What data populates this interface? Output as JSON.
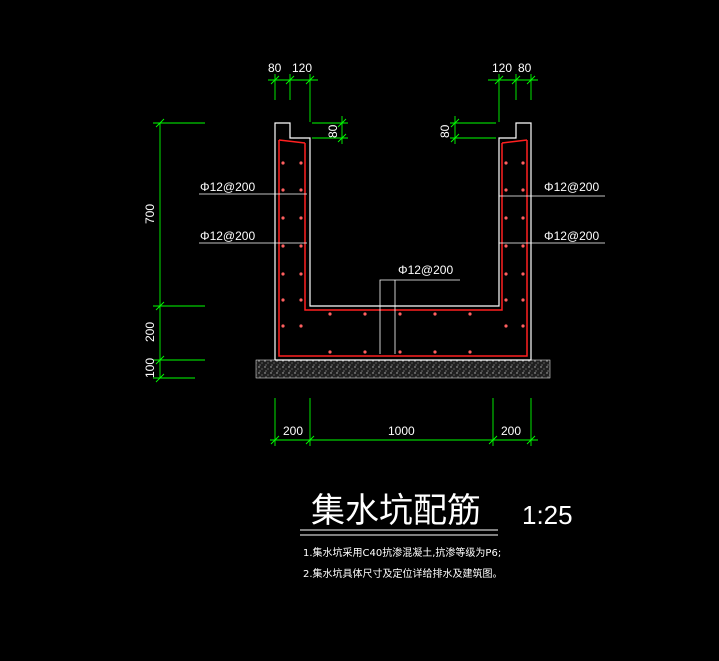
{
  "drawing": {
    "title": "集水坑配筋",
    "scale": "1:25",
    "notes": [
      "1.集水坑采用C40抗渗混凝土,抗渗等级为P6;",
      "2.集水坑具体尺寸及定位详给排水及建筑图。"
    ],
    "rebar_labels": {
      "left_top": "Φ12@200",
      "left_mid": "Φ12@200",
      "right_top": "Φ12@200",
      "right_mid": "Φ12@200",
      "bottom": "Φ12@200"
    },
    "dimensions": {
      "top_left_a": "80",
      "top_left_b": "120",
      "top_right_a": "120",
      "top_right_b": "80",
      "notch_left": "80",
      "notch_right": "80",
      "height_wall": "700",
      "height_slab": "200",
      "height_base": "100",
      "width_left": "200",
      "width_mid": "1000",
      "width_right": "200"
    },
    "colors": {
      "background": "#000000",
      "concrete_outline": "#ffffff",
      "rebar": "#ff2020",
      "dimension": "#00ff00",
      "text": "#ffffff"
    }
  }
}
